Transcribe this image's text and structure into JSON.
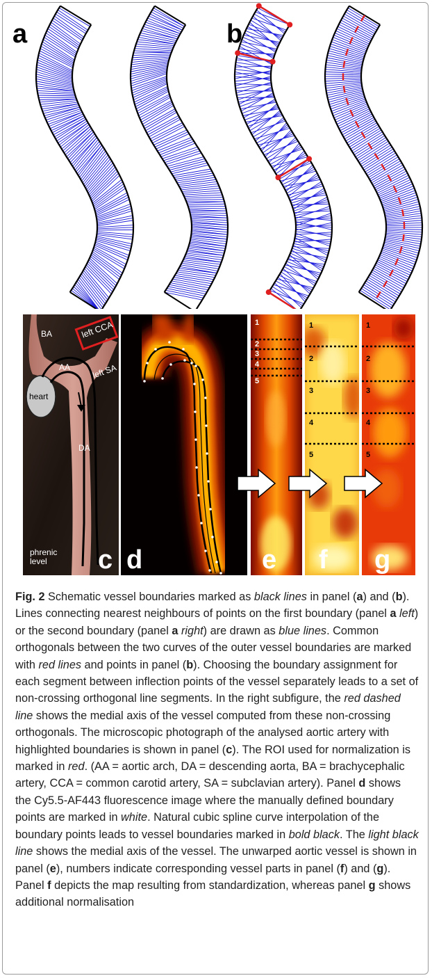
{
  "panels": {
    "a": "a",
    "b": "b",
    "c": "c",
    "d": "d",
    "e": "e",
    "f": "f",
    "g": "g"
  },
  "photo_labels": {
    "ba": "BA",
    "left_cca": "left CCA",
    "aa": "AA",
    "left_sa": "left SA",
    "heart": "heart",
    "da": "DA",
    "phrenic": "phrenic\nlevel"
  },
  "segment_numbers": [
    "1",
    "2",
    "3",
    "4",
    "5"
  ],
  "caption": {
    "fig": "Fig. 2",
    "s1": " Schematic vessel boundaries marked as ",
    "s2": "black lines",
    "s3": " in panel (",
    "s4": "a",
    "s5": ") and (",
    "s6": "b",
    "s7": "). Lines connecting nearest neighbours of points on the first boundary (panel ",
    "s8": "a",
    "s9": " ",
    "s10": "left",
    "s11": ") or the second boundary (panel ",
    "s12": "a",
    "s13": " ",
    "s14": "right",
    "s15": ") are drawn as ",
    "s16": "blue lines",
    "s17": ". Common orthogonals between the two curves of the outer vessel boundaries are marked with ",
    "s18": "red lines",
    "s19": " and points in panel (",
    "s20": "b",
    "s21": "). Choosing the boundary assignment for each segment between inflection points of the vessel separately leads to a set of non-crossing orthogonal line segments. In the right subfigure, the ",
    "s22": "red dashed line",
    "s23": " shows the medial axis of the vessel computed from these non-crossing orthogonals. The microscopic photograph of the analysed aortic artery with highlighted boundaries is shown in panel (",
    "s24": "c",
    "s25": "). The ROI used for normalization is marked in ",
    "s26": "red",
    "s27": ". (AA = aortic arch, DA = descending aorta, BA = brachycephalic artery, CCA = common carotid artery, SA = subclavian artery). Panel ",
    "s28": "d",
    "s29": " shows the Cy5.5-AF443 fluorescence image where the manually defined boundary points are marked in ",
    "s30": "white",
    "s31": ". Natural cubic spline curve interpolation of the boundary points leads to vessel boundaries marked in ",
    "s32": "bold black",
    "s33": ". The ",
    "s34": "light black line",
    "s35": " shows the medial axis of the vessel. The unwarped aortic vessel is shown in panel (",
    "s36": "e",
    "s37": "), numbers indicate corresponding vessel parts in panel (",
    "s38": "f",
    "s39": ") and (",
    "s40": "g",
    "s41": "). Panel ",
    "s42": "f",
    "s43": " depicts the map resulting from standardization, whereas panel ",
    "s44": "g",
    "s45": " shows additional normalisation"
  },
  "colors": {
    "hatch": "#1a1adb",
    "boundary": "#000000",
    "ortho": "#e02020",
    "photo_bg": "#1b120e",
    "tissue": "#d99a8c",
    "fluor_bg": "#050000"
  }
}
